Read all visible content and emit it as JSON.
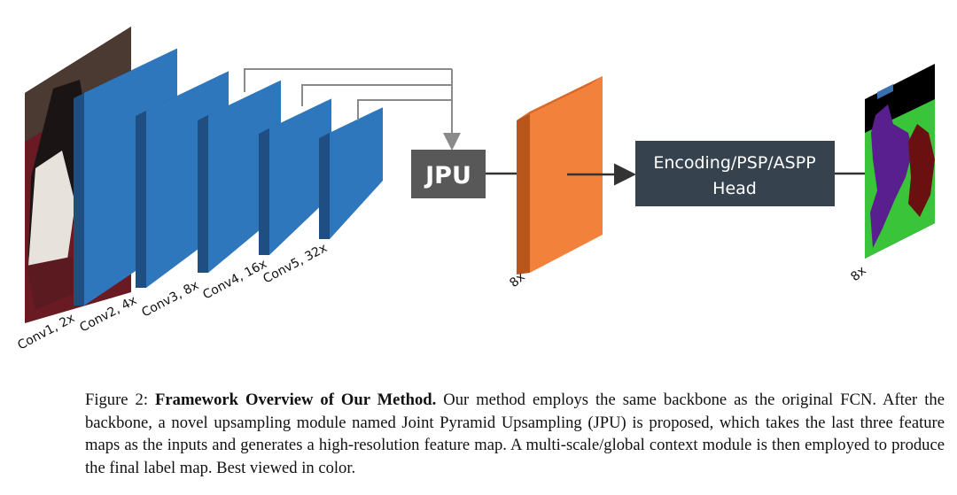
{
  "diagram": {
    "layers": [
      {
        "label": "Conv1, 2x"
      },
      {
        "label": "Conv2, 4x"
      },
      {
        "label": "Conv3, 8x"
      },
      {
        "label": "Conv4, 16x"
      },
      {
        "label": "Conv5, 32x"
      }
    ],
    "jpu_label": "JPU",
    "feature_map_label": "8x",
    "head_label_line1": "Encoding/PSP/ASPP",
    "head_label_line2": "Head",
    "output_label": "8x",
    "colors": {
      "conv_face": "#2e77bd",
      "conv_side": "#1f4f82",
      "feature_face": "#f2813c",
      "feature_side": "#b8561b",
      "jpu_box": "#585858",
      "head_box": "#36434f",
      "connector": "#8a8a8a",
      "arrow": "#333333"
    }
  },
  "caption": {
    "figure_label": "Figure 2:",
    "lead": "Framework Overview of Our Method.",
    "body": "Our method employs the same backbone as the original FCN. After the backbone, a novel upsampling module named Joint Pyramid Upsampling (JPU) is proposed, which takes the last three feature maps as the inputs and generates a high-resolution feature map.  A multi-scale/global context module is then employed to produce the final label map. Best viewed in color."
  }
}
